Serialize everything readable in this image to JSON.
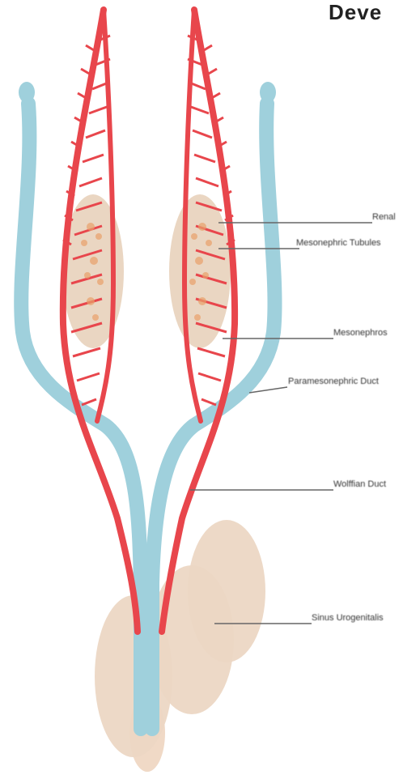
{
  "title": "Deve",
  "labels": {
    "l1": "Renal",
    "l2": "Mesonephric Tubules",
    "l3": "Mesonephros",
    "l4": "Paramesonephric Duct",
    "l5": "Wolffian Duct",
    "l6": "Sinus Urogenitalis"
  },
  "colors": {
    "mesonephric_duct": "#e8464c",
    "paramesonephric_duct": "#9fd0dc",
    "gonad": "#ead6c2",
    "urogenital_sinus": "#f0d9c6",
    "leader_line": "#666666"
  }
}
